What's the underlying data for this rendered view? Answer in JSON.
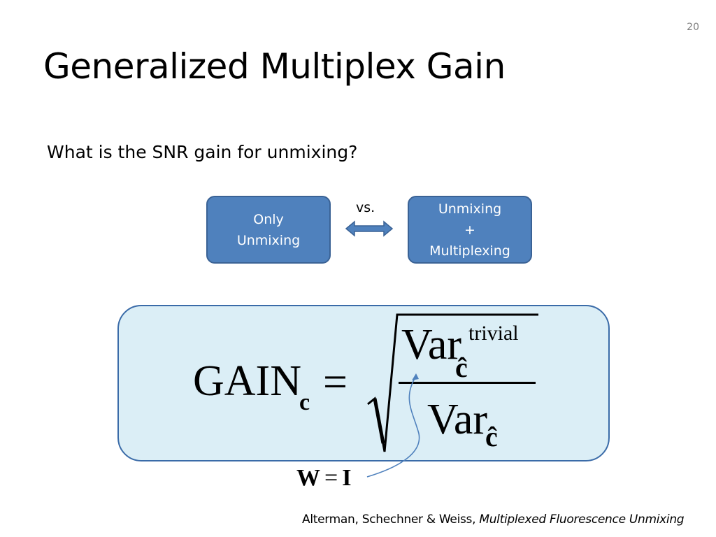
{
  "slide_number": "20",
  "title": "Generalized Multiplex Gain",
  "question": "What is the SNR gain for unmixing?",
  "diagram": {
    "left_box": {
      "line1": "Only",
      "line2": "Unmixing"
    },
    "vs_label": "vs.",
    "right_box": {
      "line1": "Unmixing",
      "line2": "+",
      "line3": "Multiplexing"
    }
  },
  "formula": {
    "gain": "GAIN",
    "gain_sub": "c",
    "equals": "=",
    "numerator": "Var",
    "numerator_sup": "trivial",
    "numerator_sub": "ĉ",
    "denominator": "Var",
    "denominator_sub": "ĉ"
  },
  "annotation": {
    "lhs": "W",
    "eq": "=",
    "rhs": "I"
  },
  "citation": {
    "authors": "Alterman, Schechner & Weiss, ",
    "title": "Multiplexed Fluorescence Unmixing"
  },
  "colors": {
    "box_fill": "#4f81bd",
    "panel_fill": "#dbeef6",
    "panel_border": "#3a6ba8",
    "arrow": "#4f81bd"
  }
}
